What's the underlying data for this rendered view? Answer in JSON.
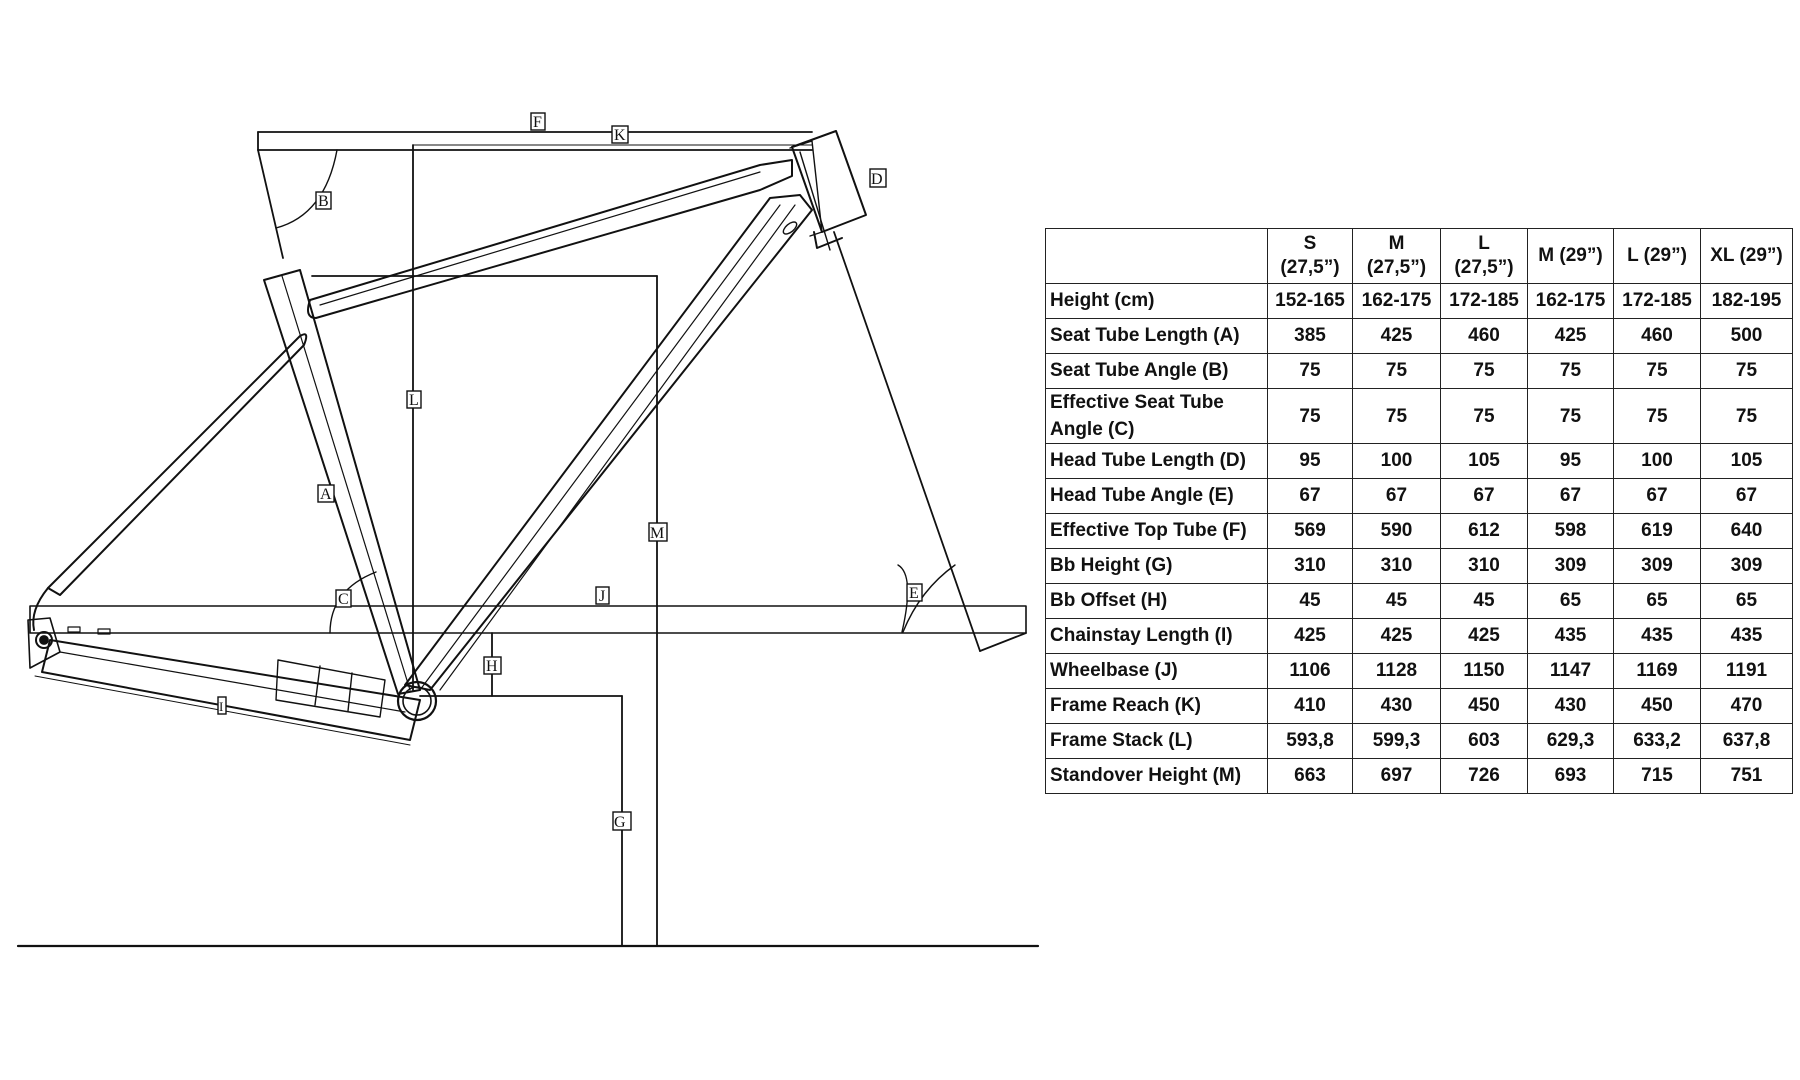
{
  "diagram": {
    "labels": [
      "F",
      "K",
      "B",
      "D",
      "L",
      "A",
      "M",
      "C",
      "J",
      "E",
      "H",
      "I",
      "G"
    ]
  },
  "table": {
    "headers": [
      {
        "line1": "",
        "line2": ""
      },
      {
        "line1": "S",
        "line2": "(27,5”)"
      },
      {
        "line1": "M",
        "line2": "(27,5”)"
      },
      {
        "line1": "L",
        "line2": "(27,5”)"
      },
      {
        "line1": "M (29”)",
        "line2": ""
      },
      {
        "line1": "L (29”)",
        "line2": ""
      },
      {
        "line1": "XL (29”)",
        "line2": ""
      }
    ],
    "rows": [
      {
        "label": "Height (cm)",
        "values": [
          "152-165",
          "162-175",
          "172-185",
          "162-175",
          "172-185",
          "182-195"
        ]
      },
      {
        "label": "Seat Tube Length (A)",
        "values": [
          "385",
          "425",
          "460",
          "425",
          "460",
          "500"
        ]
      },
      {
        "label": "Seat Tube Angle (B)",
        "values": [
          "75",
          "75",
          "75",
          "75",
          "75",
          "75"
        ]
      },
      {
        "label": "Effective Seat Tube Angle (C)",
        "values": [
          "75",
          "75",
          "75",
          "75",
          "75",
          "75"
        ]
      },
      {
        "label": "Head Tube Length (D)",
        "values": [
          "95",
          "100",
          "105",
          "95",
          "100",
          "105"
        ]
      },
      {
        "label": "Head Tube Angle (E)",
        "values": [
          "67",
          "67",
          "67",
          "67",
          "67",
          "67"
        ]
      },
      {
        "label": "Effective Top Tube (F)",
        "values": [
          "569",
          "590",
          "612",
          "598",
          "619",
          "640"
        ]
      },
      {
        "label": "Bb Height (G)",
        "values": [
          "310",
          "310",
          "310",
          "309",
          "309",
          "309"
        ]
      },
      {
        "label": "Bb Offset (H)",
        "values": [
          "45",
          "45",
          "45",
          "65",
          "65",
          "65"
        ]
      },
      {
        "label": "Chainstay Length (I)",
        "values": [
          "425",
          "425",
          "425",
          "435",
          "435",
          "435"
        ]
      },
      {
        "label": "Wheelbase (J)",
        "values": [
          "1106",
          "1128",
          "1150",
          "1147",
          "1169",
          "1191"
        ]
      },
      {
        "label": "Frame Reach (K)",
        "values": [
          "410",
          "430",
          "450",
          "430",
          "450",
          "470"
        ]
      },
      {
        "label": "Frame Stack (L)",
        "values": [
          "593,8",
          "599,3",
          "603",
          "629,3",
          "633,2",
          "637,8"
        ]
      },
      {
        "label": "Standover Height (M)",
        "values": [
          "663",
          "697",
          "726",
          "693",
          "715",
          "751"
        ]
      }
    ]
  }
}
